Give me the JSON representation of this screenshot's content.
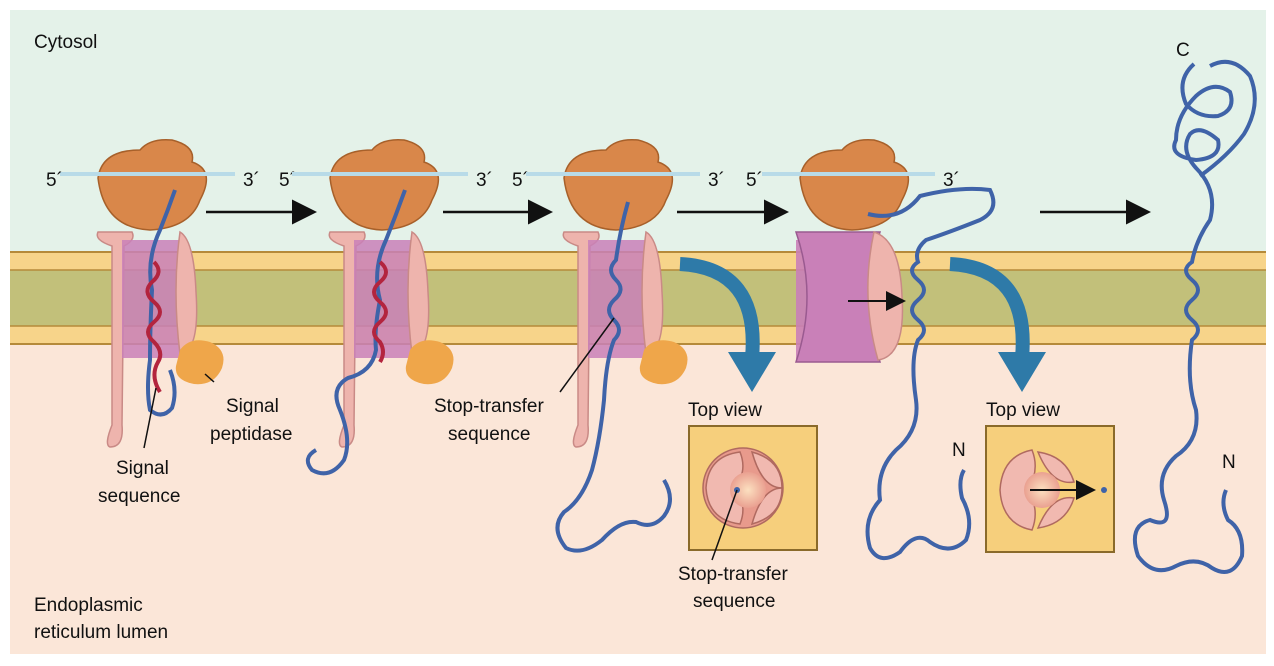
{
  "regions": {
    "cytosol": "Cytosol",
    "lumen_line1": "Endoplasmic",
    "lumen_line2": "reticulum lumen"
  },
  "mrna": {
    "five_prime": "5´",
    "three_prime": "3´"
  },
  "labels": {
    "signal_peptidase_line1": "Signal",
    "signal_peptidase_line2": "peptidase",
    "signal_sequence_line1": "Signal",
    "signal_sequence_line2": "sequence",
    "stop_transfer_line1": "Stop-transfer",
    "stop_transfer_line2": "sequence",
    "top_view": "Top view",
    "stop_transfer_bottom_line1": "Stop-transfer",
    "stop_transfer_bottom_line2": "sequence",
    "n_terminus": "N",
    "c_terminus": "C"
  },
  "colors": {
    "cytosol": "#e4f2e9",
    "lumen": "#fbe6d8",
    "membrane_outer": "#f7d48a",
    "membrane_core": "#c2c07a",
    "ribosome": "#d9874a",
    "translocon_pink": "#eeb4ad",
    "translocon_purple": "#c980b8",
    "protein_chain": "#3f63a8",
    "signal_sequence": "#b3243e",
    "peptidase": "#efa64a",
    "mrna": "#b8dbe8",
    "flow_arrow": "#2e7aa8"
  }
}
